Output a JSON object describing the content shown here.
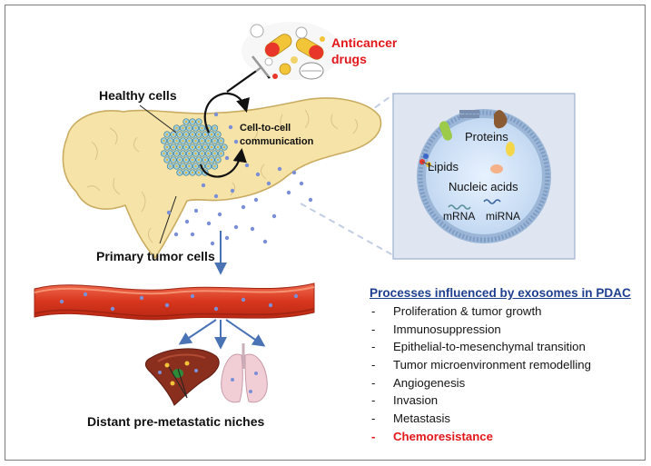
{
  "labels": {
    "drugs_line1": "Anticancer",
    "drugs_line2": "drugs",
    "healthy_cells": "Healthy cells",
    "communication_line1": "Cell-to-cell",
    "communication_line2": "communication",
    "primary_tumor": "Primary tumor cells",
    "niches": "Distant pre-metastatic niches"
  },
  "exosome": {
    "proteins": "Proteins",
    "lipids": "Lipids",
    "nucleic_acids": "Nucleic acids",
    "mrna": "mRNA",
    "mirna": "miRNA"
  },
  "processes": {
    "title": "Processes influenced by exosomes in PDAC",
    "items": [
      {
        "text": "Proliferation & tumor growth",
        "highlight": false
      },
      {
        "text": "Immunosuppression",
        "highlight": false
      },
      {
        "text": "Epithelial-to-mesenchymal transition",
        "highlight": false
      },
      {
        "text": "Tumor microenvironment remodelling",
        "highlight": false
      },
      {
        "text": "Angiogenesis",
        "highlight": false
      },
      {
        "text": "Invasion",
        "highlight": false
      },
      {
        "text": "Metastasis",
        "highlight": false
      },
      {
        "text": "Chemoresistance",
        "highlight": true
      }
    ]
  },
  "colors": {
    "highlight_red": "#e3161b",
    "title_blue": "#1f3f8f",
    "pancreas": "#f6e3a7",
    "vessel": "#d8361d",
    "exosome_dot": "#7b8fd6",
    "arrow_blue": "#4a73b5"
  }
}
